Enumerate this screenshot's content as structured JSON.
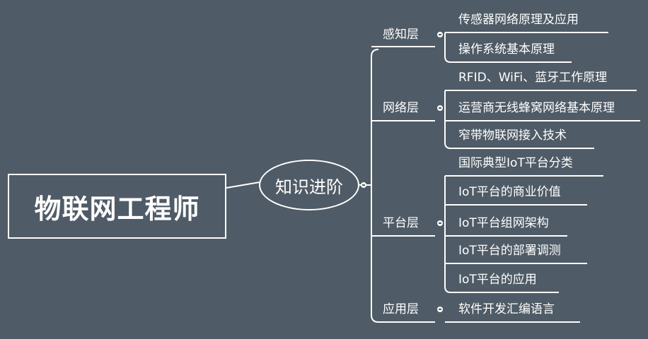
{
  "root": {
    "label": "物联网工程师"
  },
  "center": {
    "label": "知识进阶"
  },
  "layers": [
    {
      "label": "感知层",
      "leaves": [
        "传感器网络原理及应用",
        "操作系统基本原理"
      ]
    },
    {
      "label": "网络层",
      "leaves": [
        "RFID、WiFi、蓝牙工作原理",
        "运营商无线蜂窝网络基本原理",
        "窄带物联网接入技术"
      ]
    },
    {
      "label": "平台层",
      "leaves": [
        "国际典型IoT平台分类",
        "IoT平台的商业价值",
        "IoT平台组网架构",
        "IoT平台的部署调测",
        "IoT平台的应用"
      ]
    },
    {
      "label": "应用层",
      "leaves": [
        "软件开发汇编语言"
      ]
    }
  ],
  "colors": {
    "background": "#4f5b66",
    "line": "#ffffff",
    "text": "#ffffff"
  }
}
